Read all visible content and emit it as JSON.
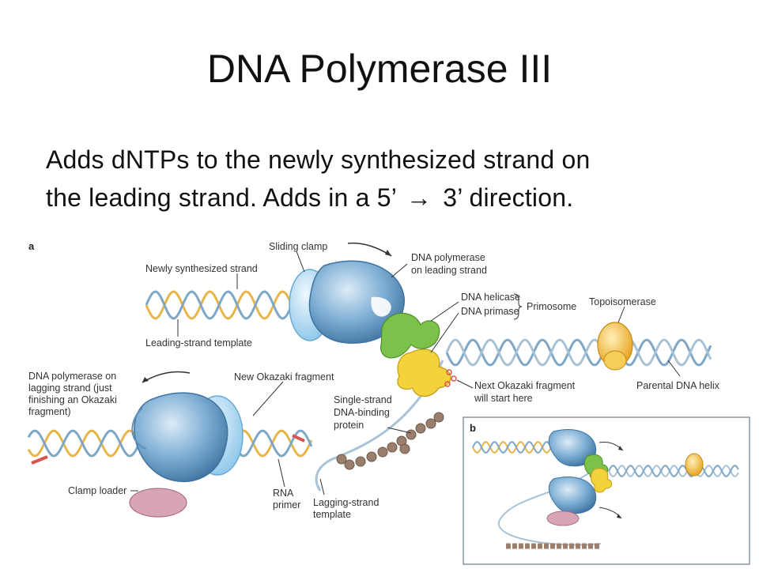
{
  "slide": {
    "title": "DNA Polymerase III",
    "body_line1": "Adds dNTPs to the newly synthesized strand on",
    "body_line2_a": "the leading strand. Adds in a 5’",
    "body_arrow": "→",
    "body_line2_b": "3’ direction."
  },
  "figure": {
    "panel_a": "a",
    "panel_b": "b",
    "labels": {
      "sliding_clamp": "Sliding clamp",
      "newly_synthesized_strand": "Newly synthesized strand",
      "pol_leading_1": "DNA polymerase",
      "pol_leading_2": "on leading strand",
      "helicase": "DNA helicase",
      "primase": "DNA primase",
      "primosome": "Primosome",
      "topoisomerase": "Topoisomerase",
      "leading_template": "Leading-strand template",
      "pol_lagging_1": "DNA polymerase on",
      "pol_lagging_2": "lagging strand (just",
      "pol_lagging_3": "finishing an Okazaki",
      "pol_lagging_4": "fragment)",
      "new_okazaki": "New Okazaki fragment",
      "next_okazaki_1": "Next Okazaki fragment",
      "next_okazaki_2": "will start here",
      "parental_helix": "Parental DNA helix",
      "ssb_1": "Single-strand",
      "ssb_2": "DNA-binding",
      "ssb_3": "protein",
      "rna_1": "RNA",
      "rna_2": "primer",
      "lagging_template_1": "Lagging-strand",
      "lagging_template_2": "template",
      "clamp_loader": "Clamp loader"
    },
    "colors": {
      "dna_a": "#e8b54a",
      "dna_b": "#7fa7c6",
      "pol": "#6a9fc9",
      "clamp": "#bfe0f3",
      "helicase": "#7cc14a",
      "primase": "#f3d23c",
      "topo": "#f0b72e",
      "clamp_loader": "#d8a5b8",
      "ssb": "#9a7f6e",
      "rna": "#d9534f"
    }
  }
}
